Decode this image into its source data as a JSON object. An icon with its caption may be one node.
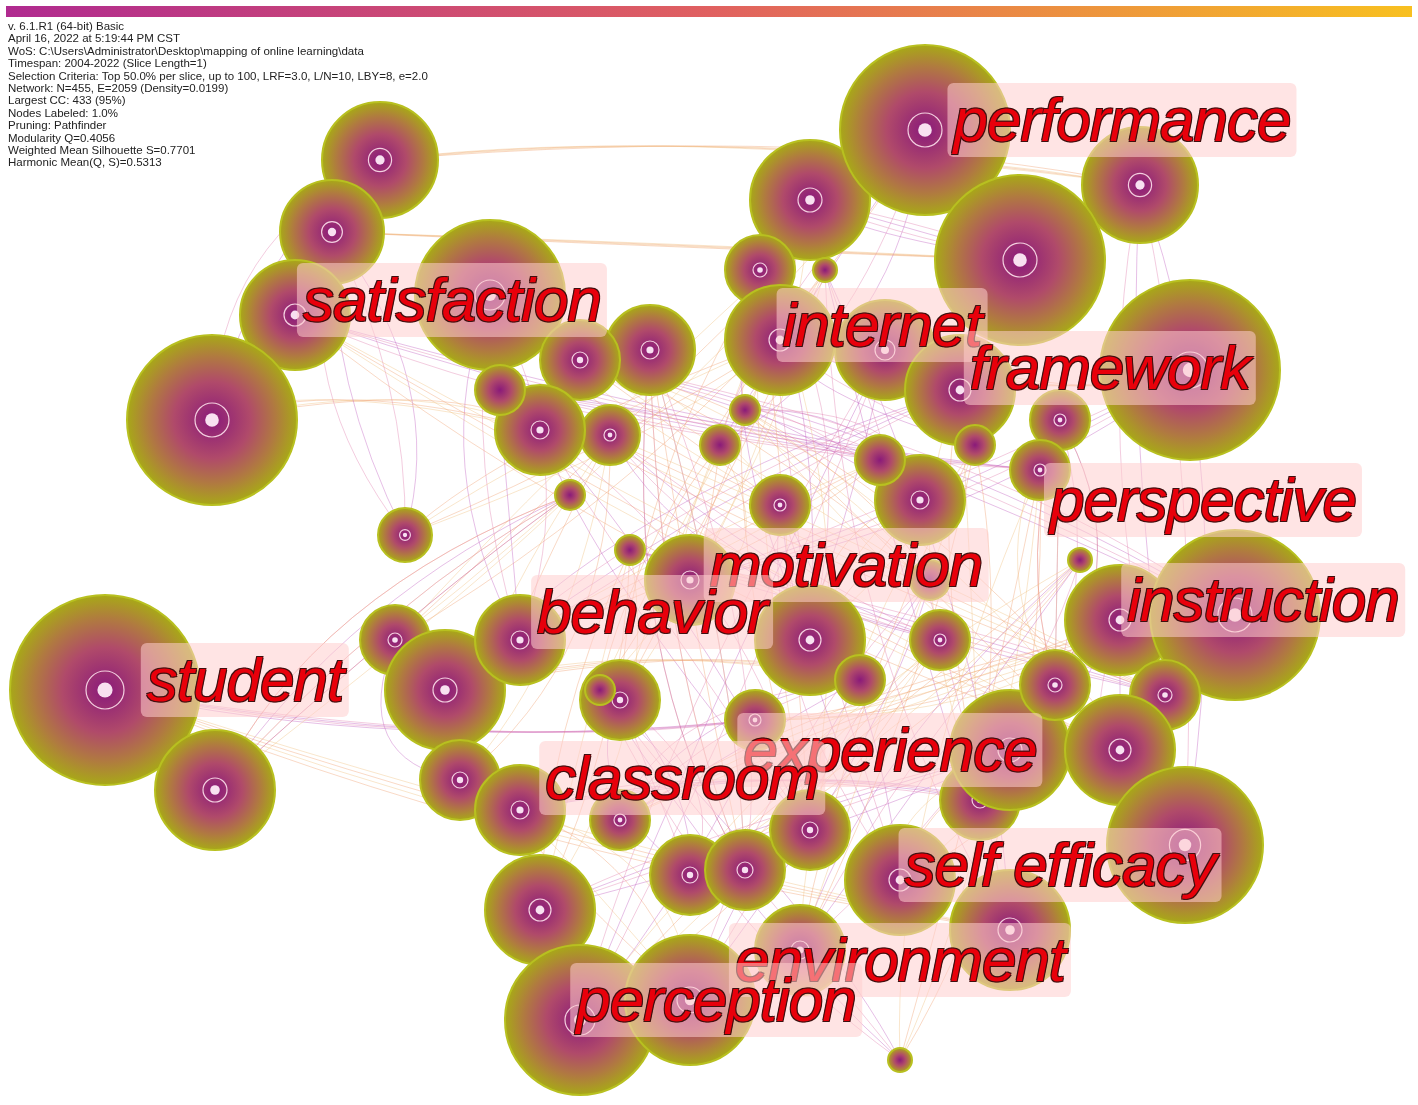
{
  "diagram": {
    "nodes": [
      {
        "text": [
          "performance"
        ]
      },
      {
        "text": [
          "satisfaction"
        ]
      },
      {
        "text": [
          "internet"
        ]
      },
      {
        "text": [
          "framework"
        ]
      },
      {
        "text": [
          "perspective"
        ]
      },
      {
        "text": [
          "motivation"
        ]
      },
      {
        "text": [
          "instruction"
        ]
      },
      {
        "text": [
          "behavior"
        ]
      },
      {
        "text": [
          "student"
        ]
      },
      {
        "text": [
          "experience"
        ]
      },
      {
        "text": [
          "classroom"
        ]
      },
      {
        "text": [
          "self efficacy"
        ]
      },
      {
        "text": [
          "environment"
        ]
      },
      {
        "text": [
          "perception"
        ]
      }
    ],
    "labels": [
      "v. 6.1.R1 (64-bit) Basic",
      "April 16, 2022 at 5:19:44 PM CST",
      "WoS: C:\\Users\\Administrator\\Desktop\\mapping of online learning\\data",
      "Timespan: 2004-2022 (Slice Length=1)",
      "Selection Criteria: Top 50.0% per slice, up to 100, LRF=3.0, L/N=10, LBY=8, e=2.0",
      "Network: N=455, E=2059 (Density=0.0199)",
      "Largest CC: 433 (95%)",
      "Nodes Labeled: 1.0%",
      "Pruning: Pathfinder",
      "Modularity Q=0.4056",
      "Weighted Mean Silhouette S=0.7701",
      "Harmonic Mean(Q, S)=0.5313"
    ]
  }
}
